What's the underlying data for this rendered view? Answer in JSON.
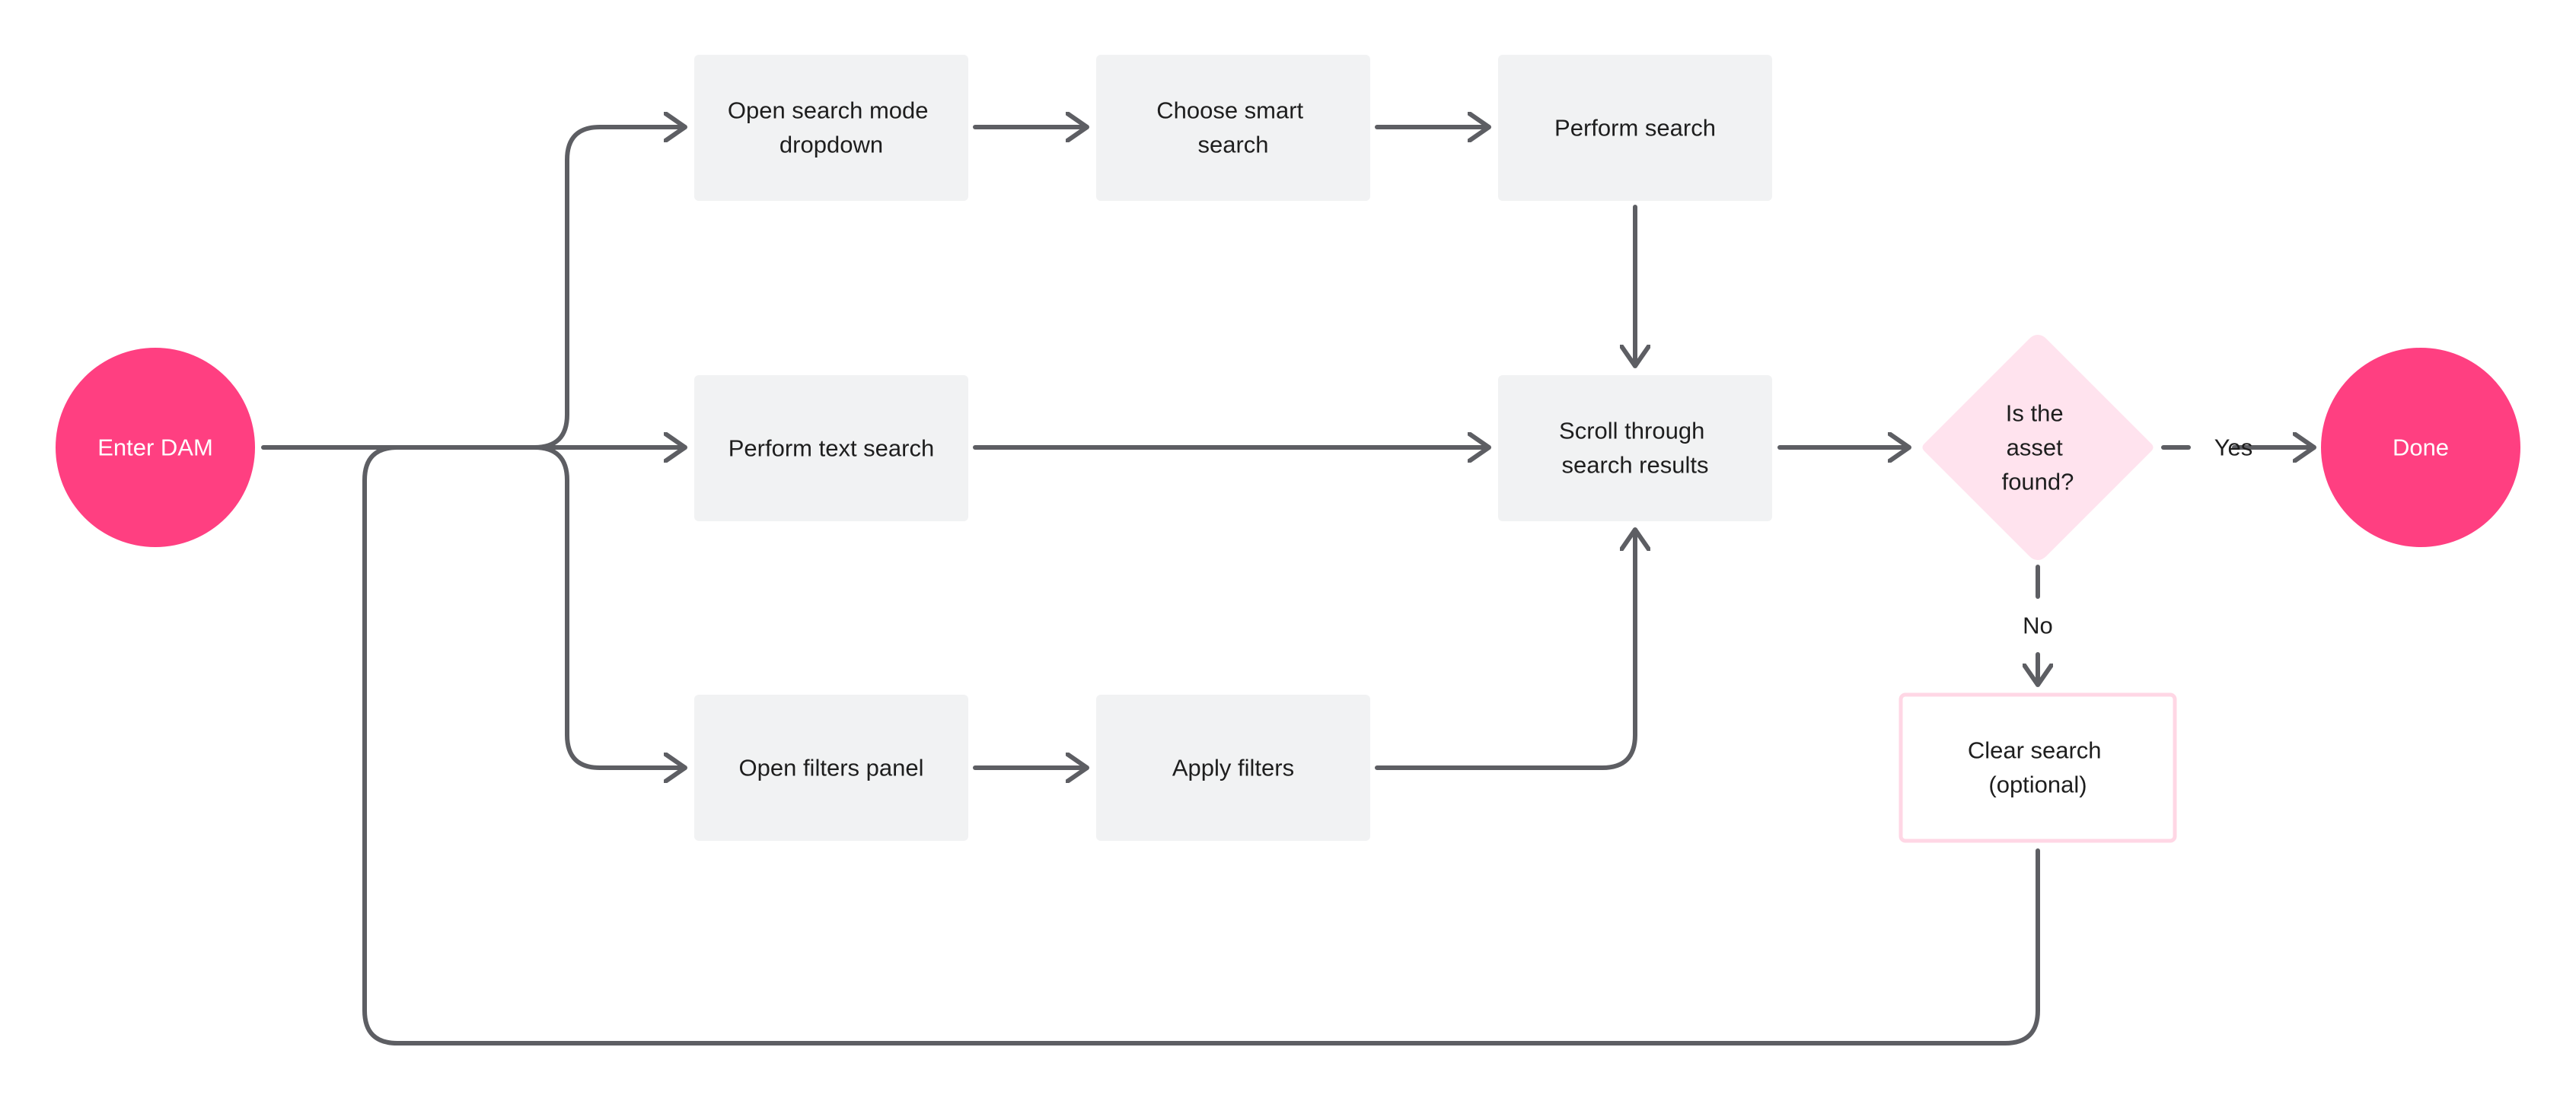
{
  "colors": {
    "terminal_fill": "#ff3f81",
    "terminal_text": "#ffffff",
    "process_fill": "#f1f2f3",
    "decision_fill": "#ffe3ee",
    "optional_border": "#ffd7e5",
    "optional_fill": "#ffffff",
    "connector": "#5d5e63",
    "text": "#1e1e1e"
  },
  "nodes": {
    "enter_dam": {
      "label": "Enter DAM"
    },
    "open_search_mode": {
      "label_line1": "Open search mode",
      "label_line2": "dropdown"
    },
    "choose_smart": {
      "label_line1": "Choose smart",
      "label_line2": "search"
    },
    "perform_search": {
      "label": "Perform search"
    },
    "perform_text_search": {
      "label": "Perform text search"
    },
    "scroll_results": {
      "label_line1": "Scroll through",
      "label_line2": "search results"
    },
    "asset_found": {
      "label_line1": "Is the",
      "label_line2": "asset",
      "label_line3": "found?"
    },
    "done": {
      "label": "Done"
    },
    "open_filters": {
      "label": "Open filters panel"
    },
    "apply_filters": {
      "label": "Apply filters"
    },
    "clear_search": {
      "label_line1": "Clear search",
      "label_line2": "(optional)"
    }
  },
  "edges": {
    "yes_label": "Yes",
    "no_label": "No"
  }
}
